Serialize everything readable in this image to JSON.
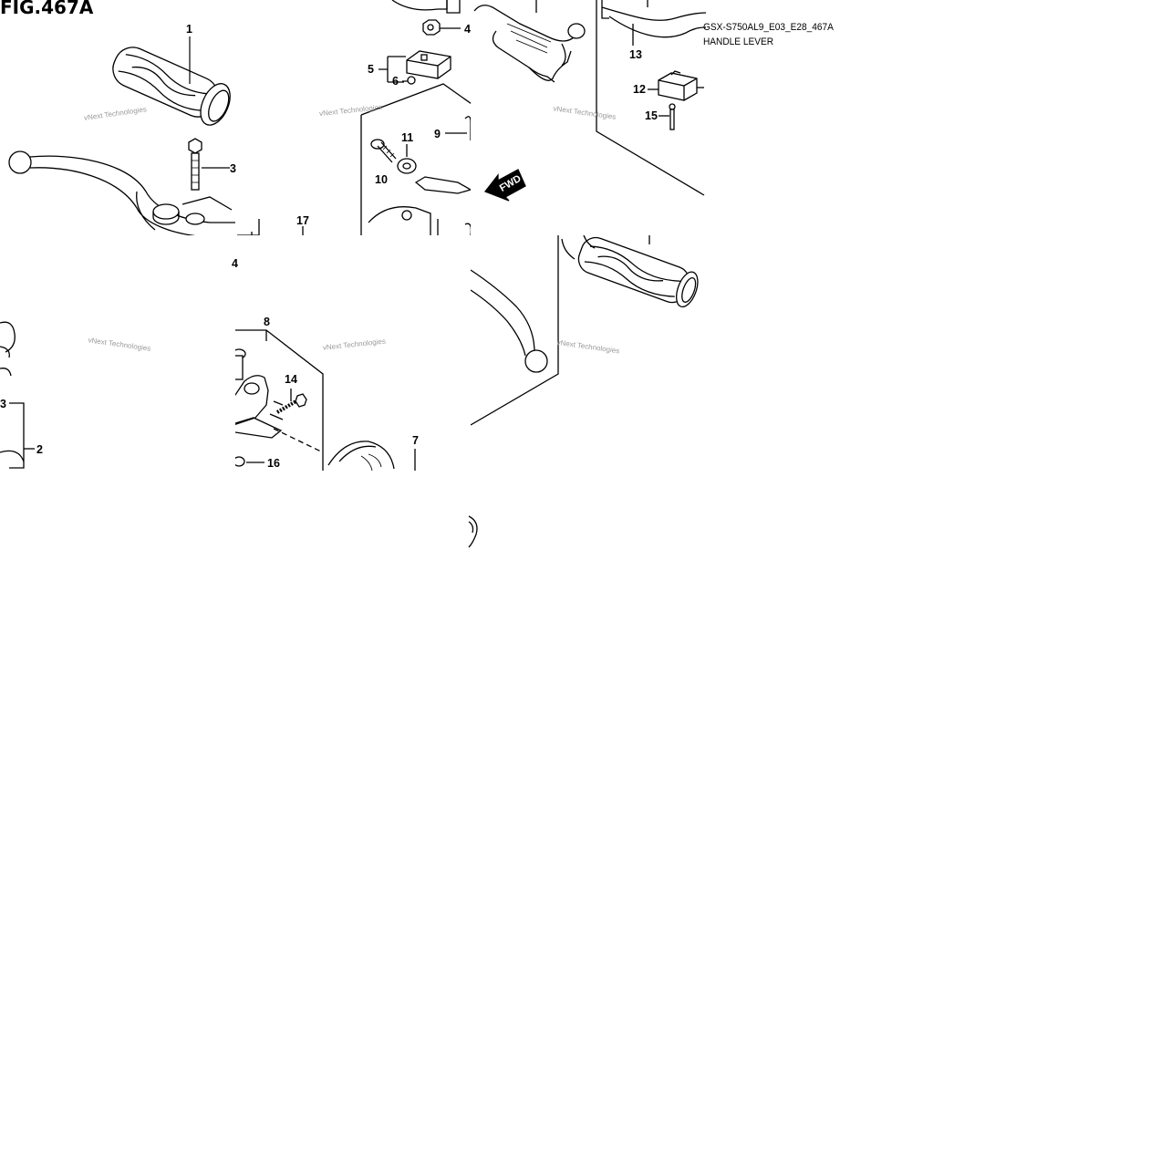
{
  "figure": {
    "title": "FIG.467A",
    "model_code": "GSX-S750AL9_E03_E28_467A",
    "section_name": "HANDLE LEVER"
  },
  "watermark": "vNext Technologies",
  "fwd_label": "FWD",
  "callouts": {
    "c1": "1",
    "c2": "2",
    "c3": "3",
    "c3b": "3",
    "c4": "4",
    "c4b": "4",
    "c5": "5",
    "c6": "6",
    "c7": "7",
    "c8": "8",
    "c9": "9",
    "c10": "10",
    "c11": "11",
    "c12": "12",
    "c13": "13",
    "c14": "14",
    "c15": "15",
    "c16": "16",
    "c17": "17"
  },
  "colors": {
    "line": "#000000",
    "watermark": "#9a9a9a",
    "background": "#ffffff"
  }
}
